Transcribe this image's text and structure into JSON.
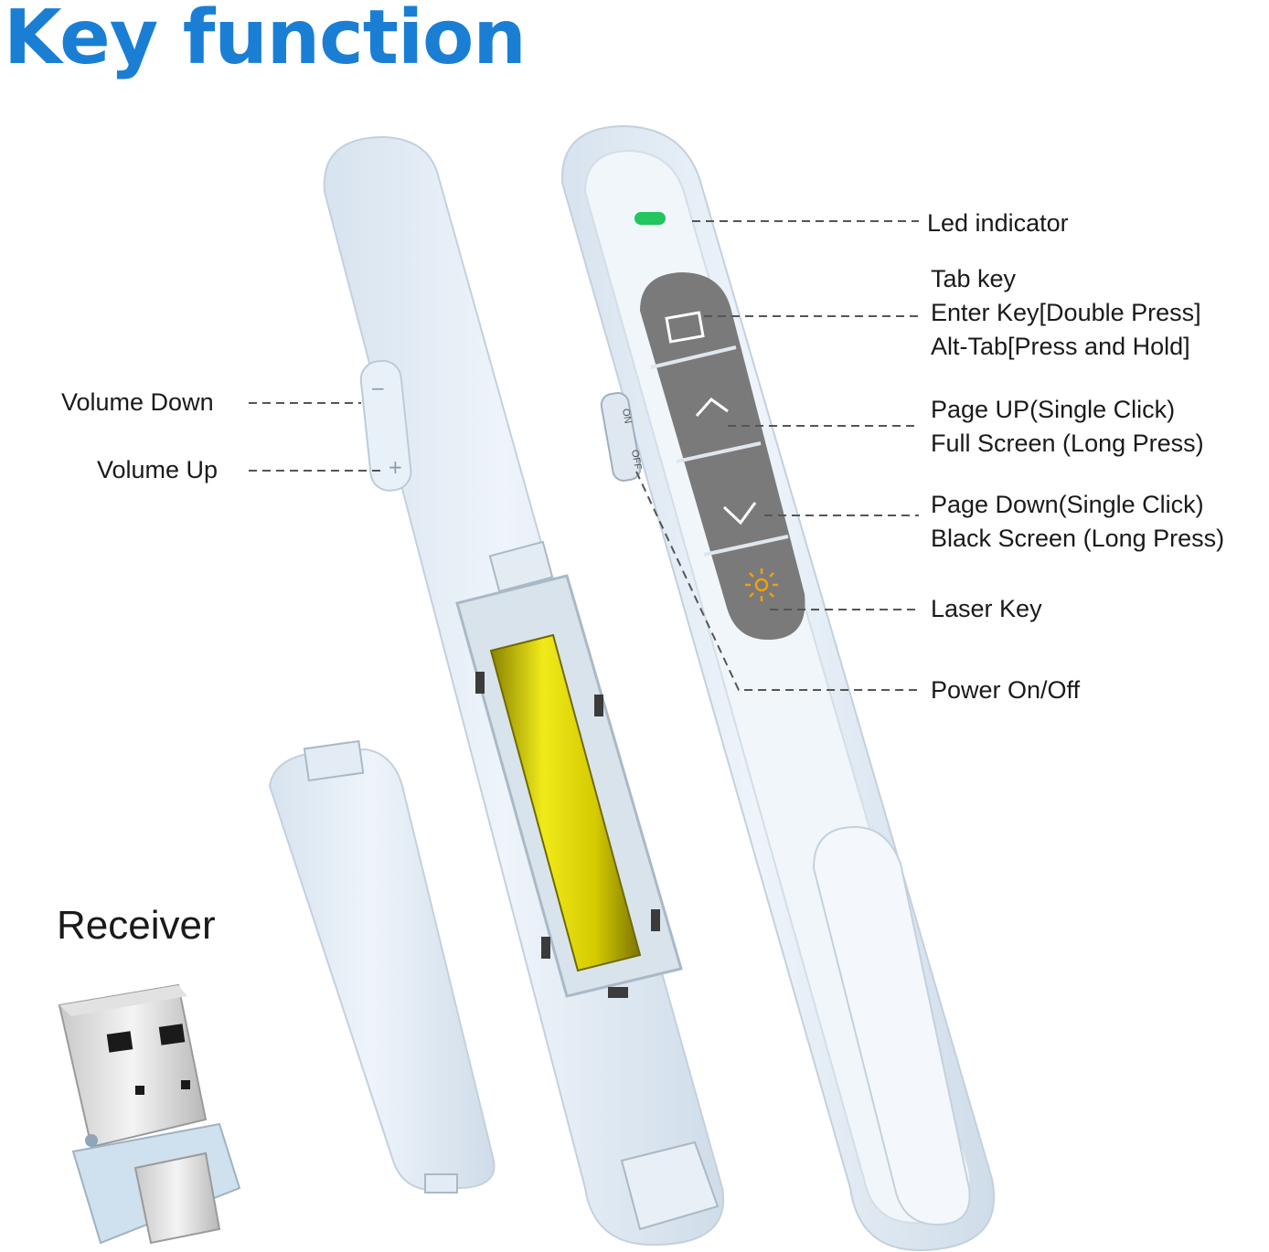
{
  "title": "Key function",
  "receiver_label": "Receiver",
  "labels": {
    "led": "Led indicator",
    "tab_key": [
      "Tab key",
      "Enter Key[Double Press]",
      "Alt-Tab[Press and Hold]"
    ],
    "page_up": [
      "Page UP(Single Click)",
      "Full Screen (Long Press)"
    ],
    "page_down": [
      "Page Down(Single Click)",
      "Black Screen (Long Press)"
    ],
    "laser": "Laser Key",
    "power": "Power On/Off",
    "volume_down": "Volume Down",
    "volume_up": "Volume Up"
  },
  "switch_text": {
    "on": "ON",
    "off": "OFF"
  },
  "volume_marks": {
    "minus": "−",
    "plus": "+"
  },
  "colors": {
    "title": "#1a7fd4",
    "body": "#e6eef6",
    "button_panel": "#757575",
    "led": "#22c55e",
    "laser_icon": "#f59e0b",
    "battery": "#e0d800"
  },
  "icons": [
    "square-icon",
    "chevron-up-icon",
    "chevron-down-icon",
    "laser-icon"
  ]
}
